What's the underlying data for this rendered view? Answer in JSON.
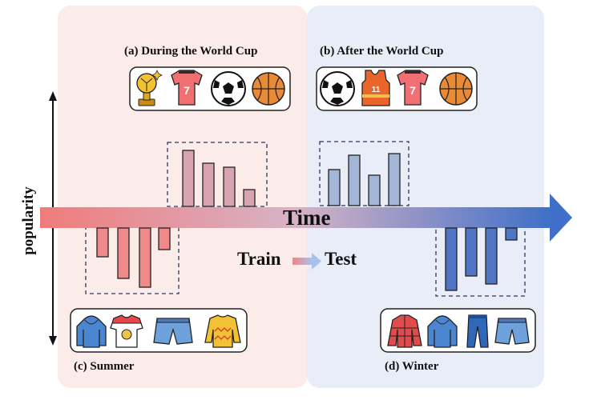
{
  "panels": {
    "left_top_caption": "(a) During the World Cup",
    "right_top_caption": "(b) After the World Cup",
    "left_bottom_caption": "(c) Summer",
    "right_bottom_caption": "(d) Winter"
  },
  "axis": {
    "y_label": "popularity",
    "time_label": "Time"
  },
  "legend": {
    "train_label": "Train",
    "test_label": "Test"
  },
  "icons": {
    "world_cup": [
      "trophy-icon",
      "jersey-7-icon",
      "soccer-ball-icon",
      "basketball-icon"
    ],
    "after_world_cup": [
      "soccer-ball-icon",
      "basketball-jersey-icon",
      "jersey-7-icon",
      "basketball-icon"
    ],
    "summer": [
      "hoodie-icon",
      "tshirt-icon",
      "denim-shorts-icon",
      "sweater-icon"
    ],
    "winter": [
      "puffer-jacket-icon",
      "hoodie-icon",
      "jeans-icon",
      "denim-shorts-icon"
    ]
  },
  "colors": {
    "left_bg": "#fbecea",
    "right_bg": "#e8edf7",
    "train_red": "#f08484",
    "test_blue": "#7f9ed6",
    "upper_pink": "#d9a4b1"
  }
}
